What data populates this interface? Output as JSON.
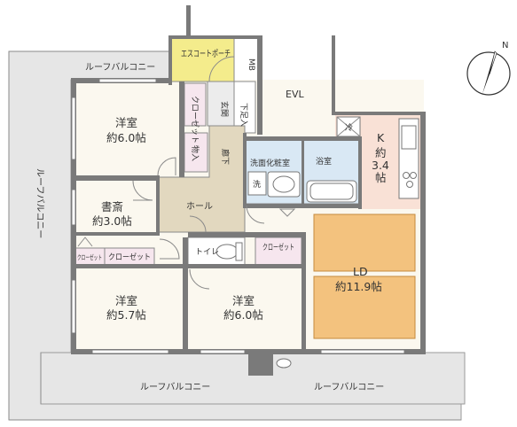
{
  "colors": {
    "porch": "#f4ec8c",
    "hall": "#e2d8bf",
    "bath": "#d9e8f4",
    "kitchen": "#f9e1d6",
    "closet_pink": "#f6e6ee",
    "ld_floor": "#f3c27e",
    "wall": "#7a7a7a",
    "balcony": "#e6e6e6",
    "room": "#fbf8ef"
  },
  "labels": {
    "roof_balcony_top": "ルーフバルコニー",
    "roof_balcony_left": "ルーフバルコニー",
    "roof_balcony_bottom_left": "ルーフバルコニー",
    "roof_balcony_bottom_right": "ルーフバルコニー",
    "escort_porch": "エスコートポーチ",
    "mb": "MB",
    "evl": "EVL",
    "closet_top": "クローゼット",
    "genkan": "玄関",
    "shoes": "下足入",
    "mono": "物入",
    "rouka": "廊下",
    "washroom": "洗面化粧室",
    "wash": "洗",
    "bathroom": "浴室",
    "reizo": "冷",
    "hall": "ホール",
    "toilet": "トイレ",
    "closet_mid": "クローゼット",
    "closet_small": "クローゼット",
    "closet_wide": "クローゼット"
  },
  "rooms": {
    "western1": {
      "name": "洋室",
      "size": "約6.0帖"
    },
    "shosai": {
      "name": "書斎",
      "size": "約3.0帖"
    },
    "western2": {
      "name": "洋室",
      "size": "約5.7帖"
    },
    "western3": {
      "name": "洋室",
      "size": "約6.0帖"
    },
    "kitchen": {
      "name": "K",
      "size_1": "約",
      "size_2": "3.4",
      "size_3": "帖"
    },
    "ld": {
      "name": "LD",
      "size": "約11.9帖"
    }
  },
  "compass": {
    "label": "N"
  }
}
